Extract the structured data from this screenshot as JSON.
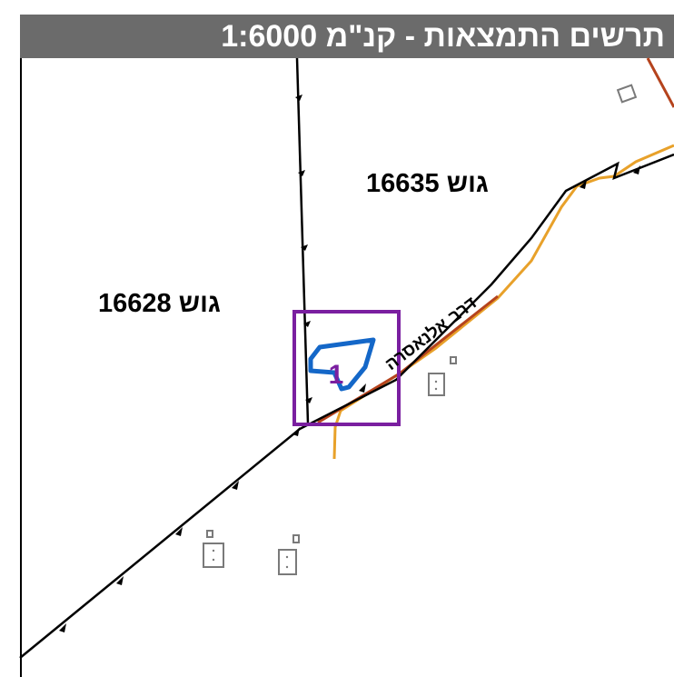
{
  "title": "תרשים התמצאות - קנ\"מ  1:6000",
  "blocks": [
    {
      "label": "גוש 16635"
    },
    {
      "label": "גוש 16628"
    }
  ],
  "road": {
    "label": "דרב אלנאסרה"
  },
  "plot": {
    "number": "1"
  },
  "colors": {
    "title_bg": "#6b6b6b",
    "boundary": "#000000",
    "road_brown": "#b5431d",
    "road_orange": "#e8a12a",
    "plot_blue": "#1467c8",
    "frame_purple": "#7a1fa0",
    "building": "#7a7a7a"
  }
}
